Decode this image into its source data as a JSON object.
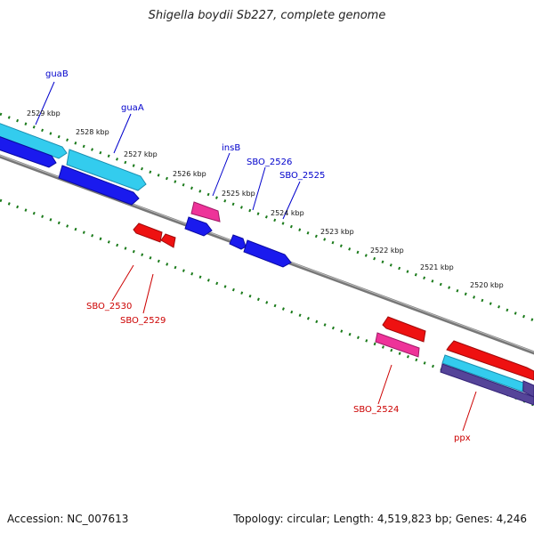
{
  "title": "Shigella boydii Sb227, complete genome",
  "footer": {
    "accession": "Accession: NC_007613",
    "summary": "Topology: circular; Length: 4,519,823 bp; Genes: 4,246"
  },
  "kbp_ticks": [
    "2529 kbp",
    "2528 kbp",
    "2527 kbp",
    "2526 kbp",
    "2525 kbp",
    "2524 kbp",
    "2523 kbp",
    "2522 kbp",
    "2521 kbp",
    "2520 kbp"
  ],
  "labels": {
    "guaB": "guaB",
    "guaA": "guaA",
    "insB": "insB",
    "SBO_2526": "SBO_2526",
    "SBO_2525": "SBO_2525",
    "SBO_2530": "SBO_2530",
    "SBO_2529": "SBO_2529",
    "SBO_2524": "SBO_2524",
    "ppx": "ppx"
  },
  "colors": {
    "forward_label": "#0000cc",
    "reverse_label": "#cc0000",
    "tick_green": "#1a7a1a",
    "backbone": "#7a7a7a",
    "cyan": "#33ccee",
    "blue": "#1a1aee",
    "red": "#ee1111",
    "pink": "#ee3399",
    "purple": "#554499"
  }
}
